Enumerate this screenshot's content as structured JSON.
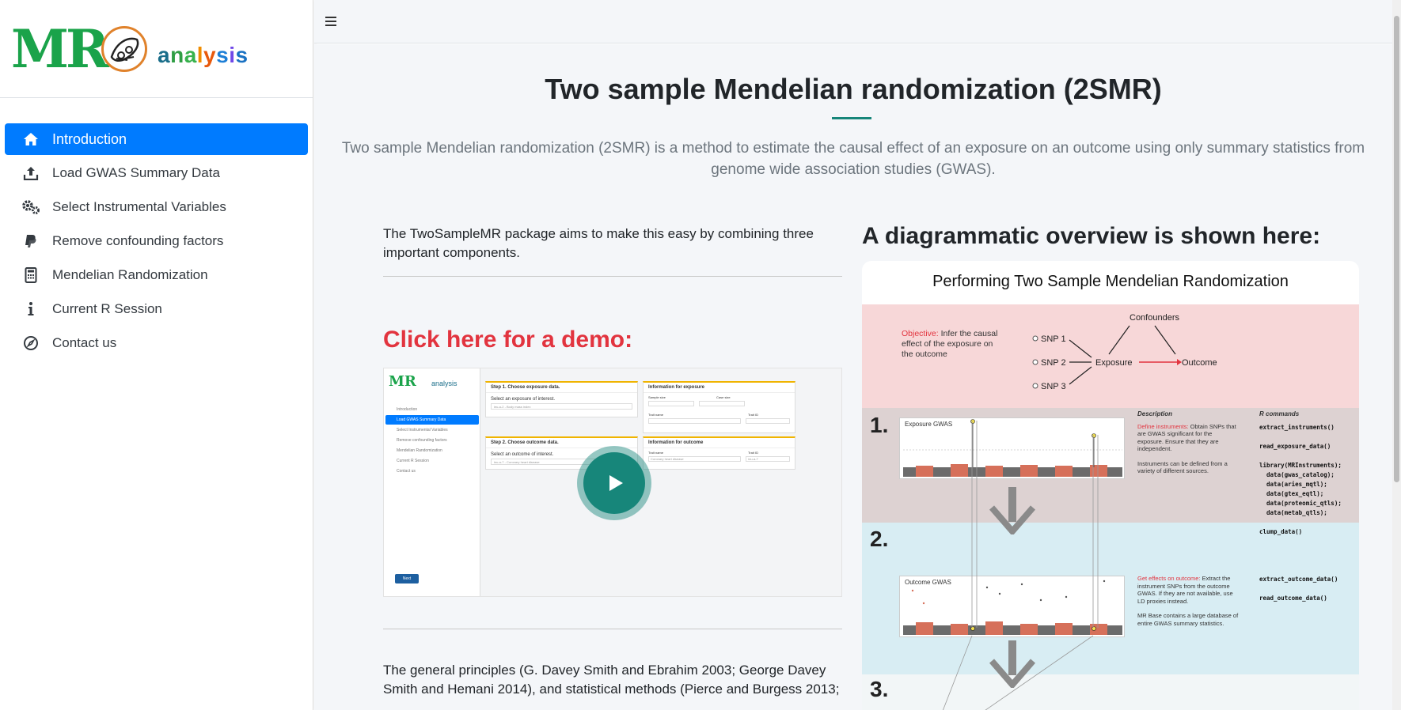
{
  "brand": {
    "logo_text": "MR",
    "analysis_letters": [
      {
        "ch": "a",
        "color": "#1a6e8a"
      },
      {
        "ch": "n",
        "color": "#2f9e44"
      },
      {
        "ch": "a",
        "color": "#37b24d"
      },
      {
        "ch": "l",
        "color": "#f08c00"
      },
      {
        "ch": "y",
        "color": "#e8590c"
      },
      {
        "ch": "s",
        "color": "#1c7ed6"
      },
      {
        "ch": "i",
        "color": "#7048e8"
      },
      {
        "ch": "s",
        "color": "#1971c2"
      }
    ]
  },
  "sidebar": {
    "items": [
      {
        "label": "Introduction",
        "icon": "home-icon",
        "active": true
      },
      {
        "label": "Load GWAS Summary Data",
        "icon": "upload-icon",
        "active": false
      },
      {
        "label": "Select Instrumental Variables",
        "icon": "cogs-icon",
        "active": false
      },
      {
        "label": "Remove confounding factors",
        "icon": "paypal-icon",
        "active": false
      },
      {
        "label": "Mendelian Randomization",
        "icon": "calculator-icon",
        "active": false
      },
      {
        "label": "Current R Session",
        "icon": "info-icon",
        "active": false
      },
      {
        "label": "Contact us",
        "icon": "compass-icon",
        "active": false
      }
    ]
  },
  "main": {
    "title": "Two sample Mendelian randomization (2SMR)",
    "lead": "Two sample Mendelian randomization (2SMR) is a method to estimate the causal effect of an exposure on an outcome using only summary statistics from genome wide association studies (GWAS).",
    "intro_text": "The TwoSampleMR package aims to make this easy by combining three important components.",
    "demo_heading": "Click here for a demo:",
    "principles_text": "The general principles (G. Davey Smith and Ebrahim 2003; George Davey Smith and Hemani 2014), and statistical methods (Pierce and Burgess 2013;",
    "diagram_heading": "A diagrammatic overview is shown here:"
  },
  "thumbnail": {
    "logo": "MR",
    "analysis": "analysis",
    "nav": [
      "Introduction",
      "Load GWAS Summary Data",
      "Select Instrumental Variables",
      "Remove confounding factors",
      "Mendelian Randomization",
      "Current R Session",
      "Contact us"
    ],
    "card1_title": "Step 1. Choose exposure data.",
    "card1_text": "Select an exposure of interest.",
    "card1_value": "ieu-a-2 - Body mass index",
    "card2_title": "Information for exposure",
    "card2_f1": "Sample size",
    "card2_f2": "Case size",
    "card2_f3": "Trait name",
    "card2_f4": "Trait ID",
    "card3_title": "Step 2. Choose outcome data.",
    "card3_text": "Select an outcome of interest.",
    "card3_value": "ieu-a-7 - Coronary heart disease",
    "card4_title": "Information for outcome",
    "card4_f1": "Trait name",
    "card4_f2": "Trait ID",
    "card4_v1": "Coronary heart disease",
    "card4_v2": "ieu-a-7",
    "next": "Next"
  },
  "diagram": {
    "title": "Performing Two Sample Mendelian Randomization",
    "objective_label": "Objective:",
    "objective_text": " Infer the causal effect of the exposure on the outcome",
    "confounders": "Confounders",
    "snp1": "SNP 1",
    "snp2": "SNP 2",
    "snp3": "SNP 3",
    "exposure": "Exposure",
    "outcome": "Outcome",
    "step1": "1.",
    "step2": "2.",
    "step3": "3.",
    "exposure_gwas": "Exposure GWAS",
    "outcome_gwas": "Outcome GWAS",
    "desc_header": "Description",
    "rcmd_header": "R commands",
    "desc1_label": "Define instruments:",
    "desc1_text": " Obtain SNPs that are GWAS significant for the exposure. Ensure that they are independent.",
    "desc1_text2": "Instruments can be defined from a variety of different sources.",
    "code1": "extract_instruments()\n\nread_exposure_data()\n\nlibrary(MRInstruments);\n  data(gwas_catalog);\n  data(aries_mqtl);\n  data(gtex_eqtl);\n  data(proteomic_qtls);\n  data(metab_qtls);\n\nclump_data()",
    "desc2_label": "Get effects on outcome:",
    "desc2_text": " Extract the instrument SNPs from the outcome GWAS. If they are not available, use LD proxies instead.",
    "desc2_text2": "MR Base contains a large database of entire GWAS summary statistics.",
    "code2": "extract_outcome_data()\n\nread_outcome_data()"
  }
}
